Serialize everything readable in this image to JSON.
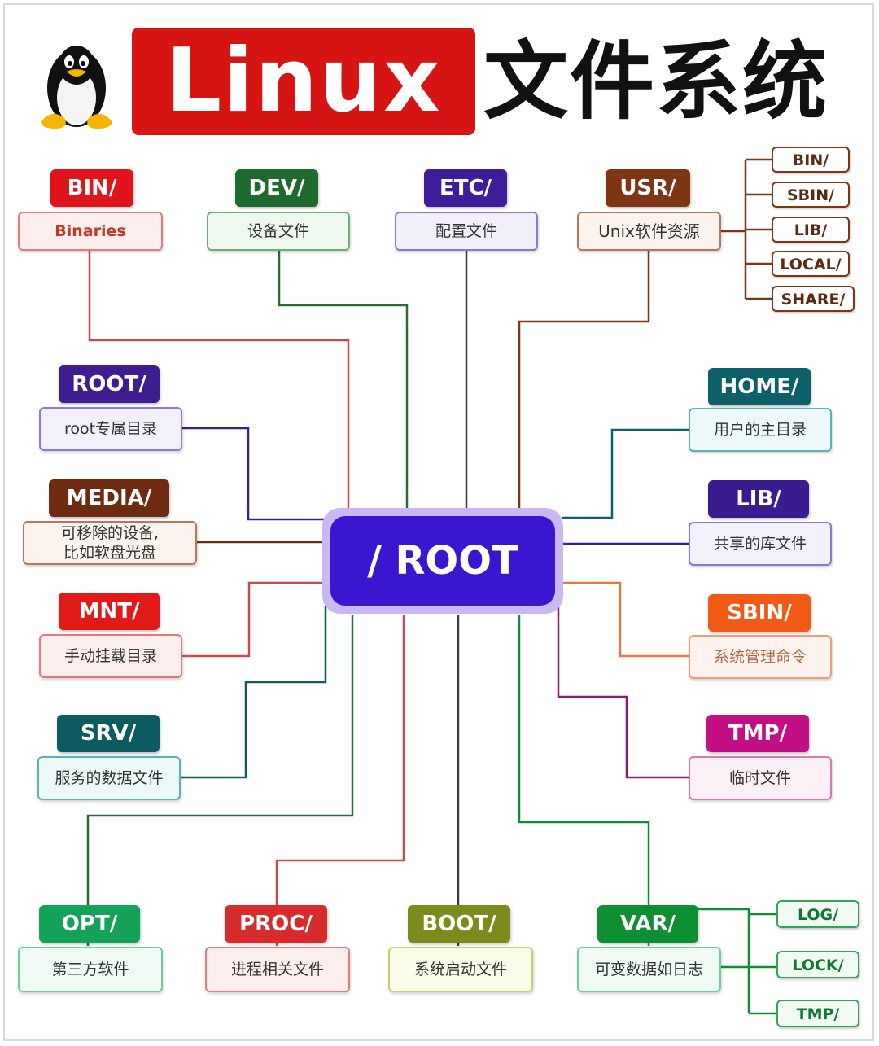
{
  "title": {
    "linux": "Linux",
    "cn": "文件系统"
  },
  "center": {
    "label": "/ ROOT"
  },
  "nodes": {
    "bin": {
      "tag": "BIN/",
      "desc": "Binaries"
    },
    "dev": {
      "tag": "DEV/",
      "desc": "设备文件"
    },
    "etc": {
      "tag": "ETC/",
      "desc": "配置文件"
    },
    "usr": {
      "tag": "USR/",
      "desc": "Unix软件资源",
      "children": [
        "BIN/",
        "SBIN/",
        "LIB/",
        "LOCAL/",
        "SHARE/"
      ]
    },
    "root": {
      "tag": "ROOT/",
      "desc": "root专属目录"
    },
    "media": {
      "tag": "MEDIA/",
      "desc_line1": "可移除的设备,",
      "desc_line2": "比如软盘光盘"
    },
    "mnt": {
      "tag": "MNT/",
      "desc": "手动挂载目录"
    },
    "srv": {
      "tag": "SRV/",
      "desc": "服务的数据文件"
    },
    "home": {
      "tag": "HOME/",
      "desc": "用户的主目录"
    },
    "lib": {
      "tag": "LIB/",
      "desc": "共享的库文件"
    },
    "sbin": {
      "tag": "SBIN/",
      "desc": "系统管理命令"
    },
    "tmp": {
      "tag": "TMP/",
      "desc": "临时文件"
    },
    "opt": {
      "tag": "OPT/",
      "desc": "第三方软件"
    },
    "proc": {
      "tag": "PROC/",
      "desc": "进程相关文件"
    },
    "boot": {
      "tag": "BOOT/",
      "desc": "系统启动文件"
    },
    "var": {
      "tag": "VAR/",
      "desc": "可变数据如日志",
      "children": [
        "LOG/",
        "LOCK/",
        "TMP/"
      ]
    }
  },
  "colors": {
    "bin": "#e0151b",
    "dev": "#1f6a2e",
    "etc": "#3f1c9a",
    "usr": "#7d3514",
    "root": "#3f1c8f",
    "media": "#6e2b10",
    "mnt": "#e01919",
    "srv": "#0d5a60",
    "home": "#0d5f6a",
    "lib": "#3b1c90",
    "sbin": "#f05a14",
    "tmp": "#c20f84",
    "opt": "#13a257",
    "proc": "#d82b2b",
    "boot": "#7d8a1c",
    "var": "#0e8f33",
    "center": "#3a16d1"
  },
  "icons": {
    "logo": "tux-penguin-icon"
  }
}
